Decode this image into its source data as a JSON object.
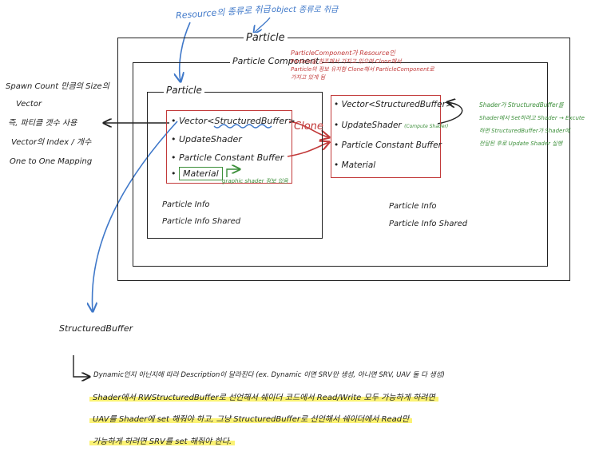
{
  "annotations": {
    "resource_note": "Resource의 종류로 취급",
    "object_note": "object 종류로 취급"
  },
  "outer": {
    "title": "Particle"
  },
  "component": {
    "title": "Particle Component",
    "note_lines": [
      "ParticleComponent가 Resource인",
      "Particle을 참조해서 가지고 있으며 Clone해서",
      "Particle의 정보 유지함 Clone해서 ParticleComponent로",
      "가지고 있게 됨"
    ]
  },
  "inner": {
    "title": "Particle",
    "items": [
      "Vector<StructuredBuffer>",
      "UpdateShader",
      "Particle Constant Buffer",
      "Material"
    ],
    "material_note": "graphic shader 정보 있음",
    "info": [
      "Particle Info",
      "Particle Info Shared"
    ]
  },
  "clone_box": {
    "items": [
      "Vector<StructuredBuffer>",
      "UpdateShader",
      "Particle Constant Buffer",
      "Material"
    ],
    "compute_note": "(Compute Shader)",
    "clone_label": "Clone"
  },
  "component_info": [
    "Particle Info",
    "Particle Info Shared"
  ],
  "left_note": [
    "Spawn Count 만큼의 Size의",
    "Vector",
    "즉, 파티클 갯수 사용",
    "Vector의 Index / 개수",
    "One to One Mapping"
  ],
  "right_note": [
    "Shader가 StructuredBuffer를",
    "Shader에서 Set하려고 Shader → Excute",
    "하면 StructuredBuffer가 Shader에",
    "전달된 후로 Update Shader 실행"
  ],
  "structured": {
    "title": "StructuredBuffer",
    "lines": [
      "Dynamic인지 아닌지에 따라 Description이 달라진다 (ex. Dynamic 이면 SRV만 생성, 아니면 SRV, UAV 둘 다 생성)",
      "Shader에서 RWStructuredBuffer로 선언해서 쉐이더 코드에서 Read/Write 모두 가능하게 하려면",
      "UAV를 Shader에 set 해줘야 하고, 그냥 StructuredBuffer로 선언해서 쉐이더에서 Read만",
      "가능하게 하려면 SRV를 set 해줘야 한다."
    ]
  },
  "colors": {
    "ink": "#222222",
    "blue": "#3f78c9",
    "red": "#c23a3a",
    "green": "#3c8f3a",
    "highlight": "#f7ec3f"
  }
}
